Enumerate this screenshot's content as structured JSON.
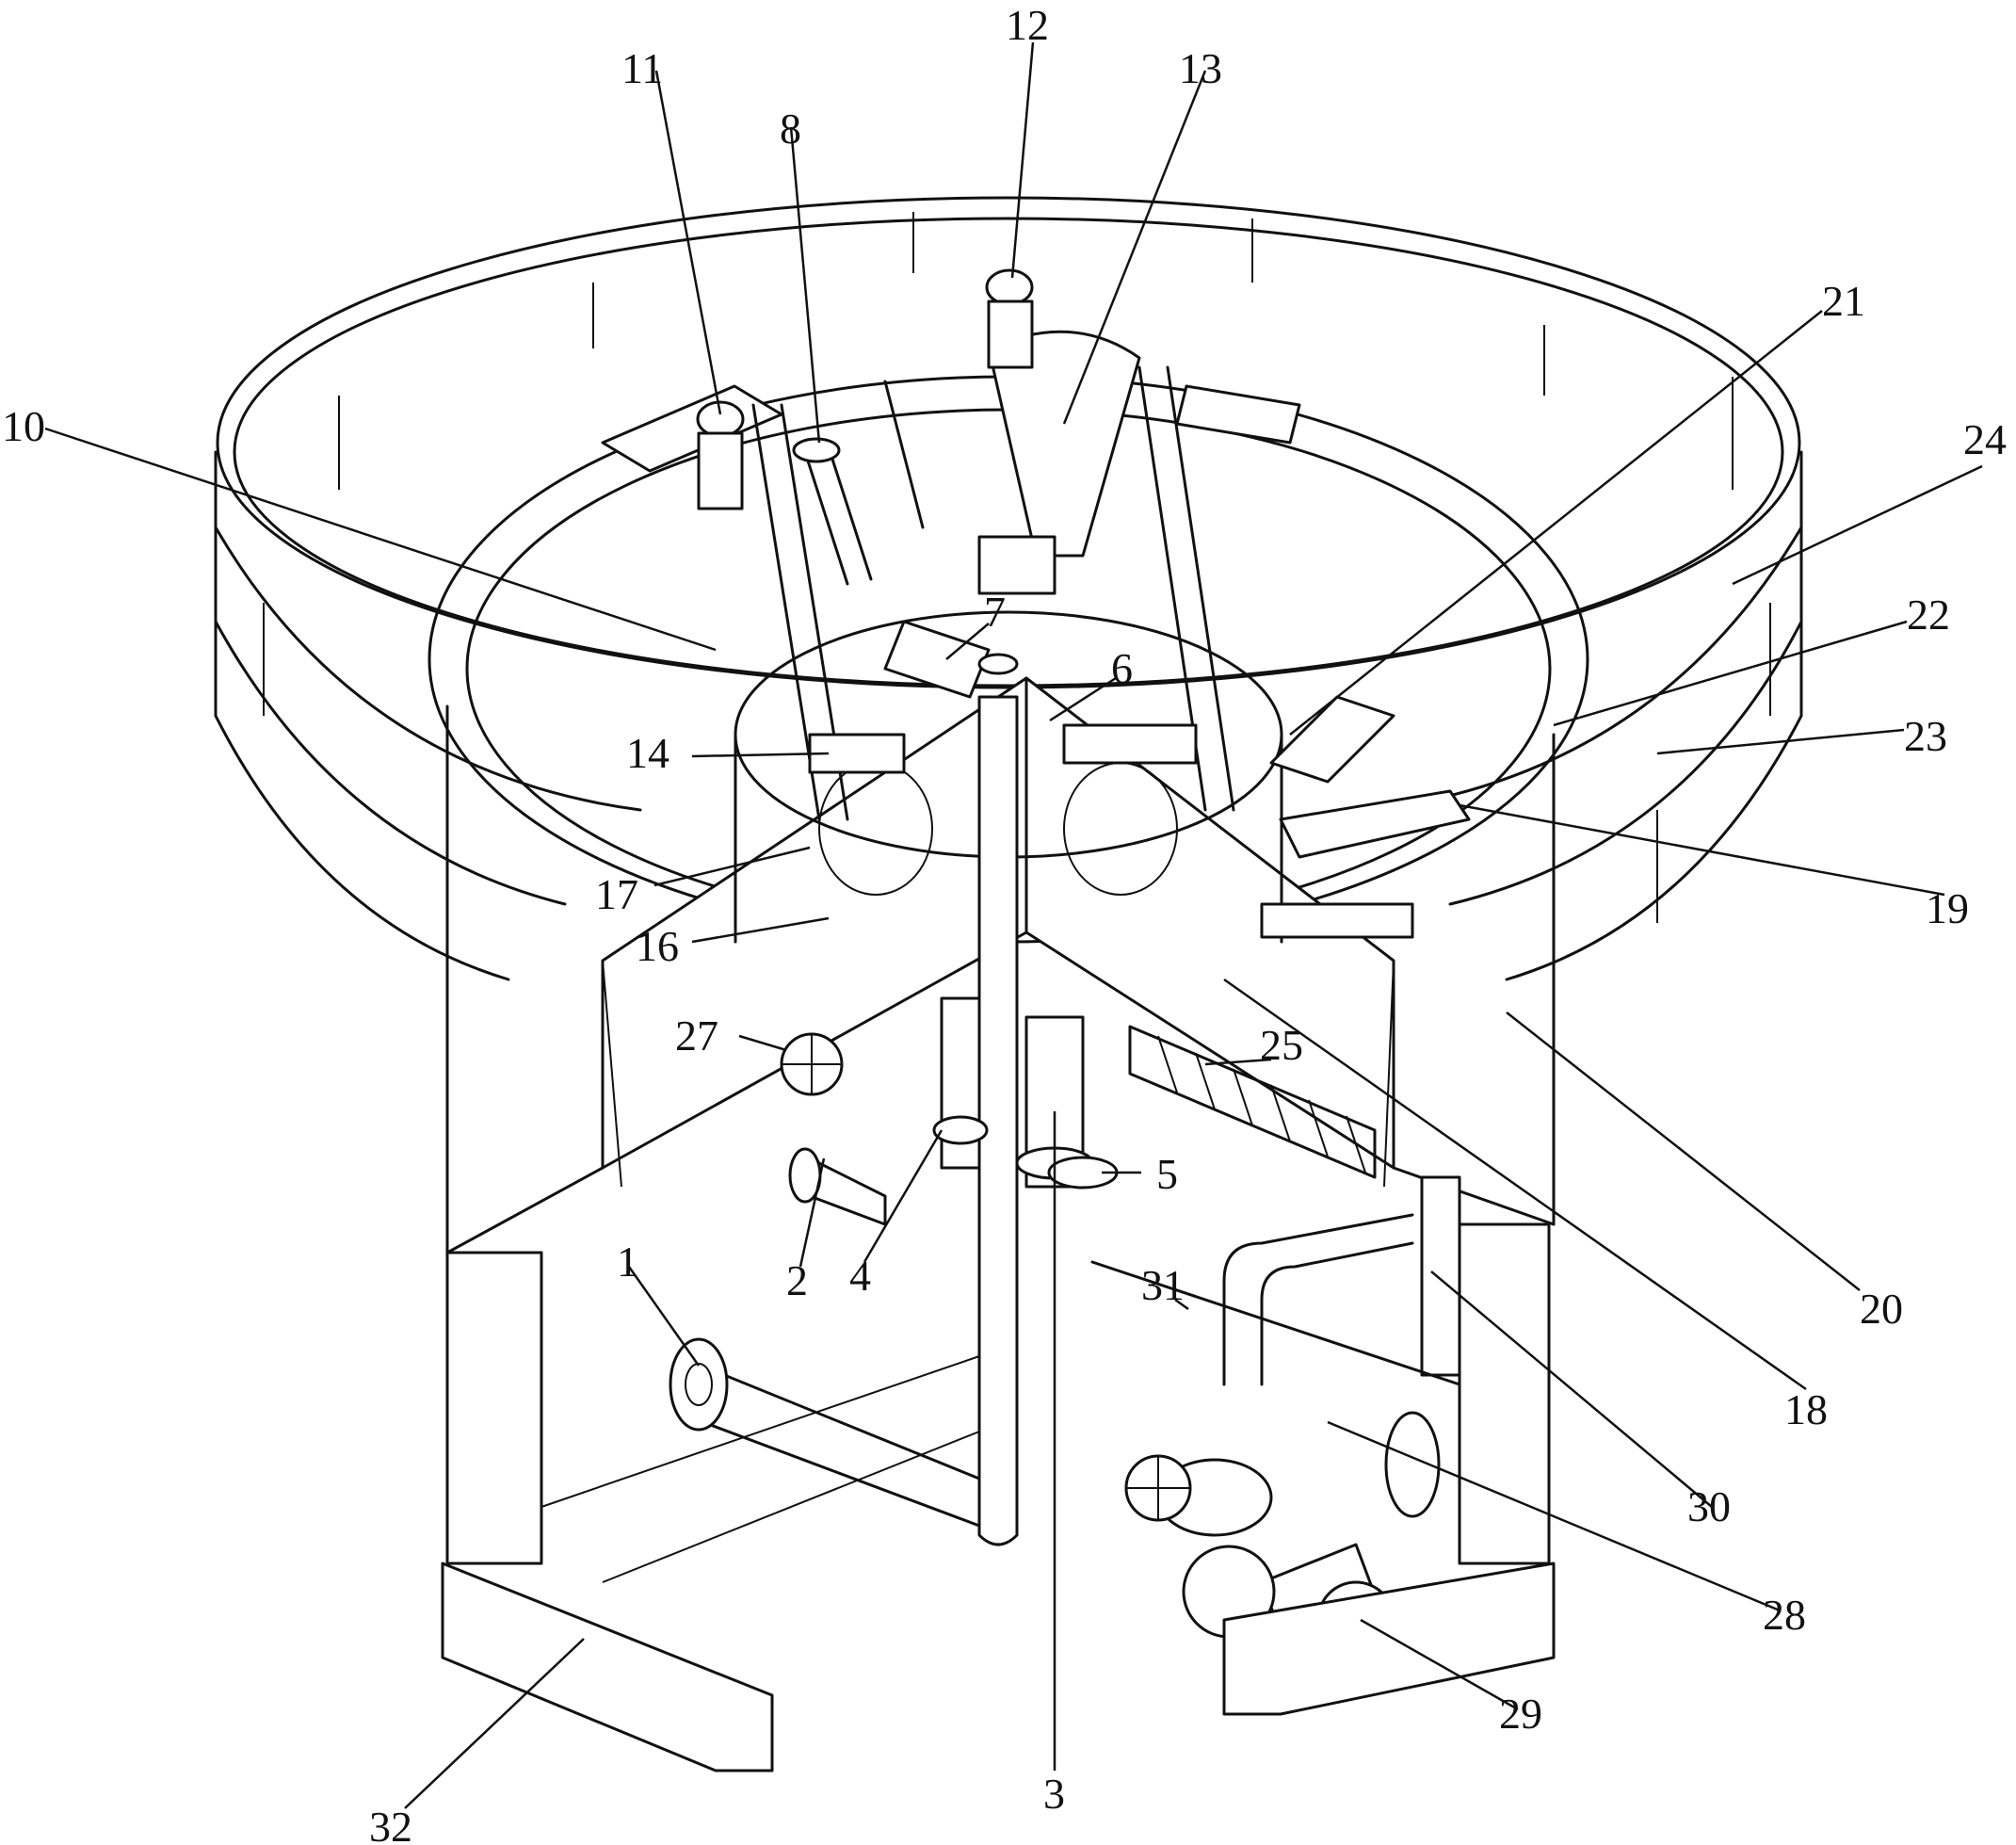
{
  "labels": {
    "1": "1",
    "2": "2",
    "3": "3",
    "4": "4",
    "5": "5",
    "6": "6",
    "7": "7",
    "8": "8",
    "10": "10",
    "11": "11",
    "12": "12",
    "13": "13",
    "14": "14",
    "16": "16",
    "17": "17",
    "18": "18",
    "19": "19",
    "20": "20",
    "21": "21",
    "22": "22",
    "23": "23",
    "24": "24",
    "25": "25",
    "27": "27",
    "28": "28",
    "29": "29",
    "30": "30",
    "31": "31",
    "32": "32"
  }
}
